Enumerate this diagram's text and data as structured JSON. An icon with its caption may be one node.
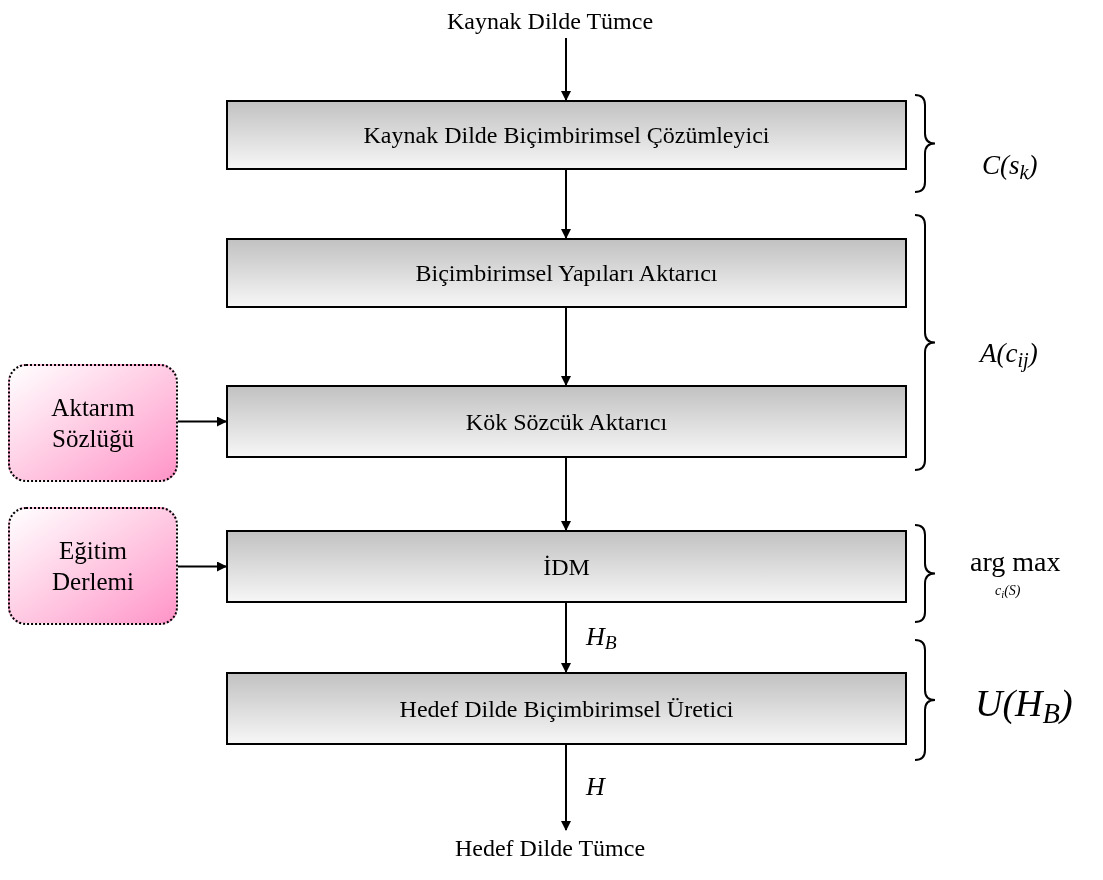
{
  "diagram": {
    "nodes": [
      {
        "text": [
          "Kaynak Dilde Tümce"
        ]
      },
      {
        "text": [
          "Kaynak Dilde Biçimbirimsel Çözümleyici"
        ]
      },
      {
        "text": [
          "Biçimbirimsel Yapıları Aktarıcı"
        ]
      },
      {
        "text": [
          "Kök Sözcük Aktarıcı"
        ]
      },
      {
        "text": [
          "Aktarım Sözlüğü"
        ]
      },
      {
        "text": [
          "İDM"
        ]
      },
      {
        "text": [
          "Eğitim Derlemi"
        ]
      },
      {
        "text": [
          "Hedef Dilde Biçimbirimsel Üretici"
        ]
      },
      {
        "text": [
          "Hedef Dilde Tümce"
        ]
      }
    ],
    "edges": [
      {
        "from": 0,
        "to": 1,
        "arrow": "to"
      },
      {
        "from": 1,
        "to": 2,
        "arrow": "to"
      },
      {
        "from": 2,
        "to": 3,
        "arrow": "to"
      },
      {
        "from": 4,
        "to": 3,
        "arrow": "to"
      },
      {
        "from": 3,
        "to": 5,
        "arrow": "to"
      },
      {
        "from": 6,
        "to": 5,
        "arrow": "to"
      },
      {
        "from": 5,
        "to": 7,
        "arrow": "to",
        "label": "H$_{B}$"
      },
      {
        "from": 7,
        "to": 8,
        "arrow": "to",
        "label": "H"
      }
    ],
    "labels": [
      "C(s$_{k}$)",
      "A(c$_{ij}$)",
      "arg max",
      "c$_{i}$(S)",
      "U(H$_{B}$)"
    ]
  }
}
